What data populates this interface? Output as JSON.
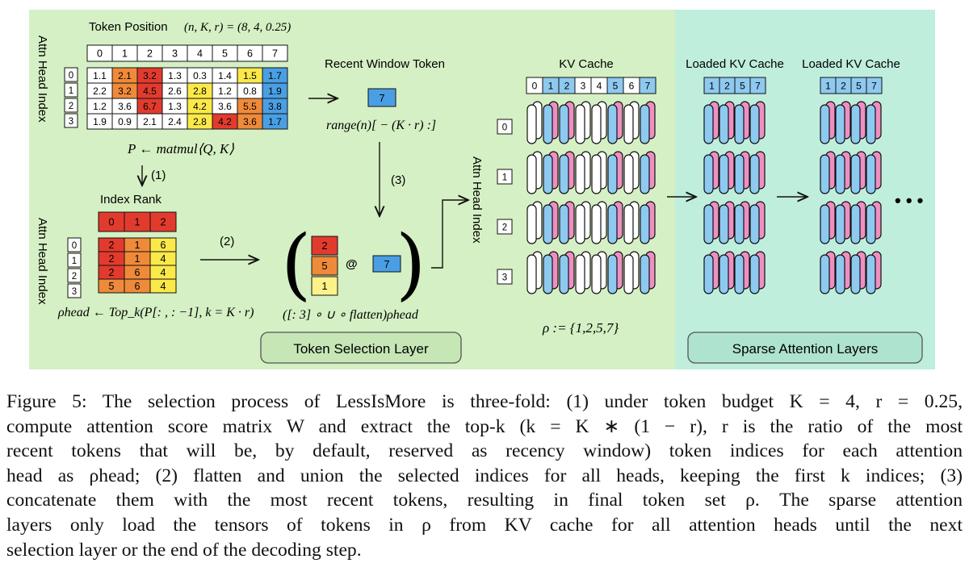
{
  "figure": {
    "colors": {
      "selection_bg": "#d5f0c4",
      "sparse_bg": "#bfeedd",
      "blue": "#4a9fe4",
      "light_blue": "#8ec9f0",
      "pink": "#ee8fc2",
      "red": "#e23b2e",
      "orange": "#ef8a3a",
      "yellow": "#fbe94a",
      "light_yellow": "#fdf18a"
    },
    "token_position": {
      "title": "Token Position",
      "params": "(n, K, r) = (8, 4, 0.25)",
      "columns": [
        "0",
        "1",
        "2",
        "3",
        "4",
        "5",
        "6",
        "7"
      ]
    },
    "attn_head_index_label": "Attn Head Index",
    "heads": [
      "0",
      "1",
      "2",
      "3"
    ],
    "score_matrix": [
      [
        "1.1",
        "2.1",
        "3.2",
        "1.3",
        "0.3",
        "1.4",
        "1.5",
        "1.7"
      ],
      [
        "2.2",
        "3.2",
        "4.5",
        "2.6",
        "2.8",
        "1.2",
        "0.8",
        "1.9"
      ],
      [
        "1.2",
        "3.6",
        "6.7",
        "1.3",
        "4.2",
        "3.6",
        "5.5",
        "3.8"
      ],
      [
        "1.9",
        "0.9",
        "2.1",
        "2.4",
        "2.8",
        "4.2",
        "3.6",
        "1.7"
      ]
    ],
    "score_colors": [
      [
        "w",
        "o",
        "r",
        "w",
        "w",
        "w",
        "y",
        "b"
      ],
      [
        "w",
        "o",
        "r",
        "w",
        "y",
        "w",
        "w",
        "b"
      ],
      [
        "w",
        "w",
        "r",
        "w",
        "y",
        "w",
        "o",
        "b"
      ],
      [
        "w",
        "w",
        "w",
        "w",
        "y",
        "r",
        "o",
        "b"
      ]
    ],
    "matmul_label": "P ← matmul⟨Q, K⟩",
    "step1": "(1)",
    "index_rank": {
      "title": "Index Rank",
      "header": [
        "0",
        "1",
        "2"
      ],
      "rows": [
        [
          "2",
          "1",
          "6"
        ],
        [
          "2",
          "1",
          "4"
        ],
        [
          "2",
          "6",
          "4"
        ],
        [
          "5",
          "6",
          "4"
        ]
      ]
    },
    "rho_head_formula": "ρhead ← Top_k(P[: , : −1], k = K · r)",
    "step2": "(2)",
    "recent_window": {
      "title": "Recent Window Token",
      "token": "7",
      "formula": "range(n)[ − (K · r) :]"
    },
    "step3": "(3)",
    "concat": {
      "left": [
        "2",
        "5",
        "1"
      ],
      "op": "@",
      "right": "7"
    },
    "flatten_formula": "([: 3] ∘ ∪ ∘ flatten)ρhead",
    "token_selection_label": "Token Selection Layer",
    "kv_cache": {
      "title": "KV Cache",
      "tokens": [
        "0",
        "1",
        "2",
        "3",
        "4",
        "5",
        "6",
        "7"
      ],
      "selected": [
        "1",
        "2",
        "5",
        "7"
      ]
    },
    "loaded_kv_cache": {
      "title": "Loaded KV Cache",
      "tokens": [
        "1",
        "2",
        "5",
        "7"
      ]
    },
    "rho_def": "ρ := {1,2,5,7}",
    "sparse_label": "Sparse Attention Layers",
    "ellipsis": "• • •"
  },
  "caption": [
    "Figure 5: The selection process of LessIsMore is three-fold: (1) under token budget K = 4, r = 0.25,",
    "compute attention score matrix W and extract the top-k (k = K ∗ (1 − r), r is the ratio of the most",
    "recent tokens that will be, by default, reserved as recency window) token indices for each attention",
    "head as ρhead; (2) flatten and union the selected indices for all heads, keeping the first k indices; (3)",
    "concatenate them with the most recent tokens, resulting in final token set ρ. The sparse attention",
    "layers only load the tensors of tokens in ρ from KV cache for all attention heads until the next",
    "selection layer or the end of the decoding step."
  ]
}
